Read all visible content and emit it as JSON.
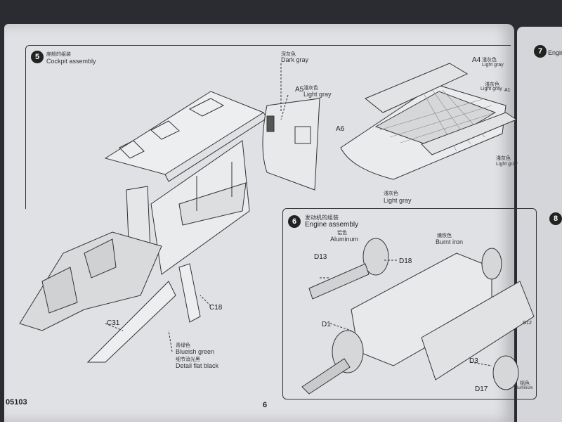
{
  "left_page": {
    "step5": {
      "number": "5",
      "title_cn": "座舱的组装",
      "title_en": "Cockpit assembly",
      "callouts": [
        {
          "cn": "深灰色",
          "en": "Dark gray"
        },
        {
          "cn": "淺灰色",
          "en": "Light gray",
          "part": "A5"
        },
        {
          "part": "C18"
        },
        {
          "part": "C31"
        },
        {
          "cn": "青绿色",
          "en": "Blueish green"
        },
        {
          "cn": "细节消光黑",
          "en": "Detail flat black"
        }
      ],
      "floor": {
        "part_a4": "A4",
        "a4_cn": "淺灰色",
        "a4_en": "Light gray",
        "mid_cn": "淺灰色",
        "mid_en": "Light gray",
        "mid_part": "A1",
        "part_a6": "A6",
        "side_cn": "淺灰色",
        "side_en": "Light gray",
        "bottom_cn": "淺灰色",
        "bottom_en": "Light gray"
      }
    },
    "step6": {
      "number": "6",
      "title_cn": "发动机的组装",
      "title_en": "Engine assembly",
      "aluminum_cn": "铝色",
      "aluminum_en": "Aluminum",
      "burnt_cn": "燻铁色",
      "burnt_en": "Burnt iron",
      "parts": [
        "D13",
        "D18",
        "D1",
        "D3",
        "D17",
        "D12"
      ],
      "small_cn": "铝色",
      "small_en": "Aluminum"
    },
    "footer": {
      "code": "05103",
      "page": "6"
    }
  },
  "right_page": {
    "step7_number": "7",
    "step7_title": "Engine",
    "step8_number": "8"
  }
}
